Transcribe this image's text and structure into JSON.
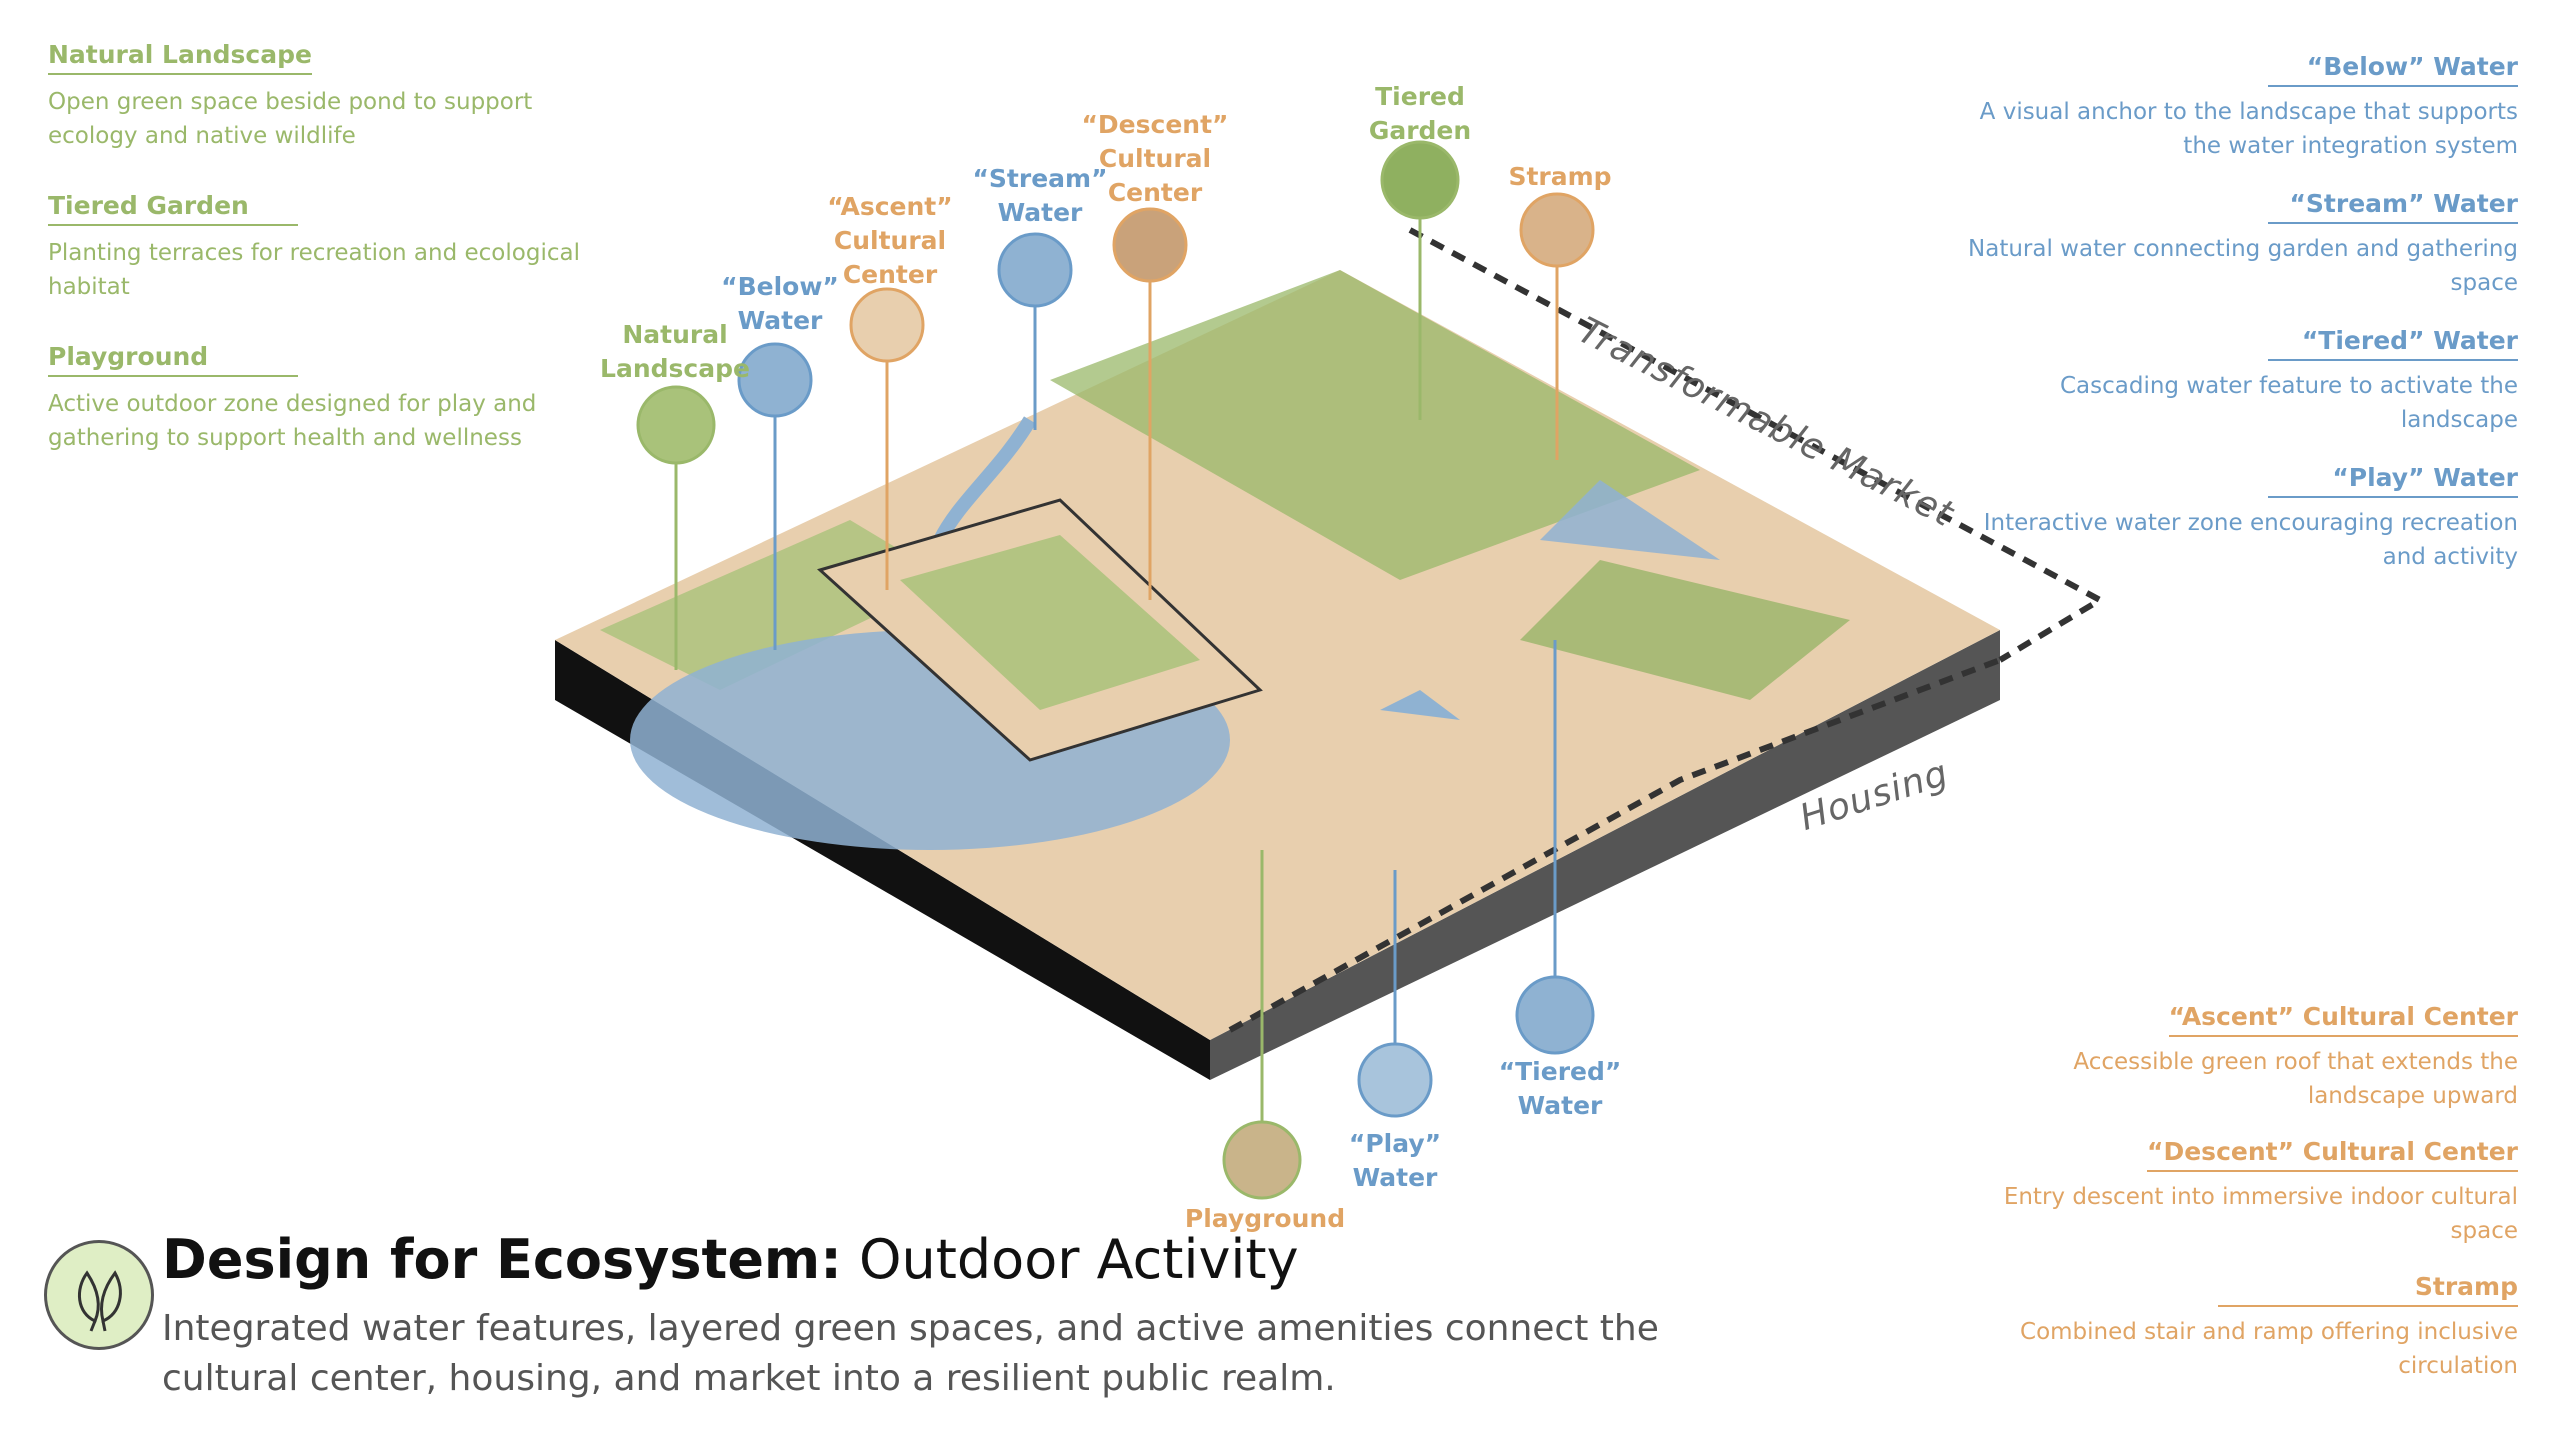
{
  "legend_left": [
    {
      "title": "Natural Landscape",
      "desc": "Open green space beside pond to support ecology and native wildlife"
    },
    {
      "title": "Tiered Garden",
      "desc": "Planting terraces for recreation and ecological habitat"
    },
    {
      "title": "Playground",
      "desc": "Active outdoor zone designed for play and gathering to support health and wellness"
    }
  ],
  "legend_right_water": [
    {
      "title": "“Below” Water",
      "desc": "A visual anchor to the landscape that supports the water integration system"
    },
    {
      "title": "“Stream” Water",
      "desc": "Natural water connecting garden and gathering space"
    },
    {
      "title": "“Tiered” Water",
      "desc": "Cascading water feature to activate the landscape"
    },
    {
      "title": "“Play” Water",
      "desc": "Interactive water zone encouraging recreation and activity"
    }
  ],
  "legend_right_circulation": [
    {
      "title": "“Ascent” Cultural Center",
      "desc": "Accessible green roof that extends the landscape upward"
    },
    {
      "title": "“Descent” Cultural Center",
      "desc": "Entry descent into immersive indoor cultural space"
    },
    {
      "title": "Stramp",
      "desc": "Combined stair and ramp offering inclusive circulation"
    }
  ],
  "callouts": {
    "natural_landscape": "Natural\nLandscape",
    "below_water": "“Below”\nWater",
    "ascent_center": "“Ascent”\nCultural\nCenter",
    "stream_water": "“Stream”\nWater",
    "descent_center": "“Descent”\nCultural\nCenter",
    "tiered_garden": "Tiered\nGarden",
    "stramp": "Stramp",
    "playground": "Playground",
    "play_water": "“Play”\nWater",
    "tiered_water": "“Tiered”\nWater"
  },
  "zones": {
    "market": "Transformable Market",
    "housing": "Housing"
  },
  "footer": {
    "headline_bold": "Design for Ecosystem:",
    "headline_rest": " Outdoor Activity",
    "subtitle": "Integrated water features, layered green spaces, and active amenities connect the cultural center, housing, and market into a resilient public realm."
  },
  "colors": {
    "green": "#9ab86a",
    "blue": "#6a9bc8",
    "orange": "#e0a464",
    "ground": "#e8cfae",
    "section": "#1a1a1a"
  }
}
